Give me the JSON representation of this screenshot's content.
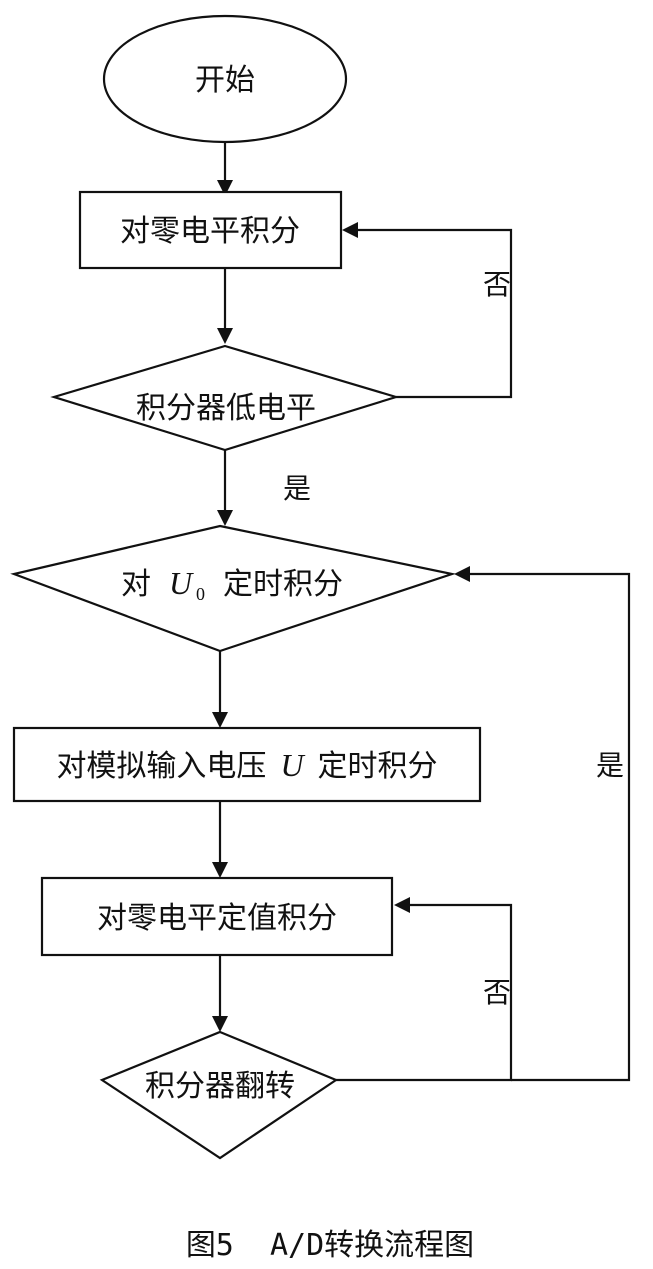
{
  "diagram": {
    "start": "开始",
    "step_zero_integrate": "对零电平积分",
    "check_low": "积分器低电平",
    "step_u0_pre": "对",
    "step_u0_var": "U",
    "step_u0_sub": "0",
    "step_u0_post": "定时积分",
    "step_input_pre": "对模拟输入电压",
    "step_input_var": "U",
    "step_input_post": "定时积分",
    "step_zero_fixed": "对零电平定值积分",
    "check_flip": "积分器翻转",
    "label_no_1": "否",
    "label_yes_1": "是",
    "label_yes_2": "是",
    "label_no_2": "否"
  },
  "caption": "图5  A/D转换流程图"
}
